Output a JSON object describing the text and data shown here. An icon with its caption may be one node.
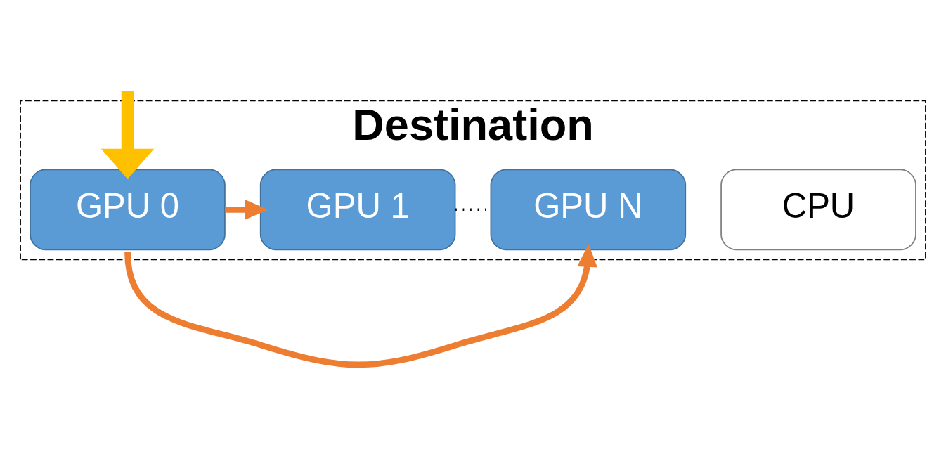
{
  "diagram": {
    "nodes": [
      {
        "text": [
          "Destination"
        ]
      },
      {
        "text": [
          "CPU"
        ],
        "in": 0
      },
      {
        "text": [
          "GPU 0"
        ],
        "in": 0
      },
      {
        "text": [
          "GPU 1"
        ],
        "in": 0
      },
      {
        "text": [
          "GPU N"
        ],
        "in": 0
      }
    ],
    "edges": [
      {
        "from": null,
        "to": 2,
        "arrow": "to",
        "style": "thick",
        "color": "#ffc000"
      },
      {
        "from": 2,
        "to": 3,
        "arrow": "to"
      },
      {
        "from": 3,
        "to": 4,
        "arrow": "none",
        "style": "dashed",
        "color": "#000000"
      },
      {
        "from": 2,
        "to": 4,
        "arrow": "to"
      }
    ]
  }
}
